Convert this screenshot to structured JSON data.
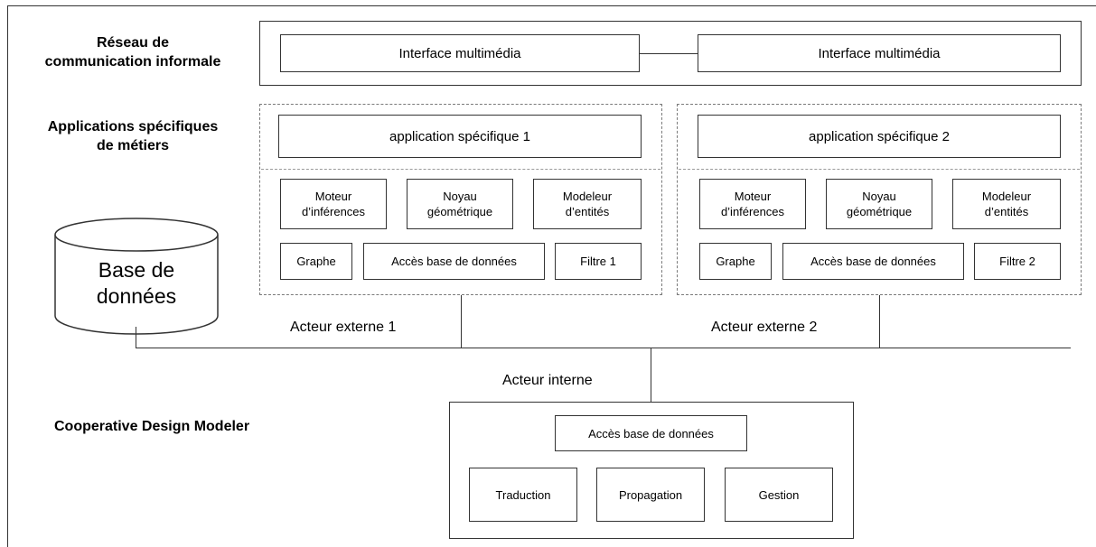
{
  "left_labels": {
    "network_title": "Réseau de\ncommunication informale",
    "apps_title": "Applications spécifiques\nde métiers",
    "cdm_title": "Cooperative Design Modeler"
  },
  "network": {
    "interface_1": "Interface multimédia",
    "interface_2": "Interface multimédia"
  },
  "apps": [
    {
      "title": "application spécifique 1",
      "moteur": "Moteur\nd’inférences",
      "noyau": "Noyau\ngéométrique",
      "modeleur": "Modeleur\nd’entités",
      "graphe": "Graphe",
      "acces": "Accès base de données",
      "filtre": "Filtre 1"
    },
    {
      "title": "application spécifique 2",
      "moteur": "Moteur\nd’inférences",
      "noyau": "Noyau\ngéométrique",
      "modeleur": "Modeleur\nd’entités",
      "graphe": "Graphe",
      "acces": "Accès base de données",
      "filtre": "Filtre 2"
    }
  ],
  "database": {
    "label": "Base de\ndonnées"
  },
  "actors": {
    "externe_1": "Acteur externe 1",
    "externe_2": "Acteur externe 2",
    "interne": "Acteur interne"
  },
  "cdm": {
    "acces": "Accès base de données",
    "traduction": "Traduction",
    "propagation": "Propagation",
    "gestion": "Gestion"
  }
}
